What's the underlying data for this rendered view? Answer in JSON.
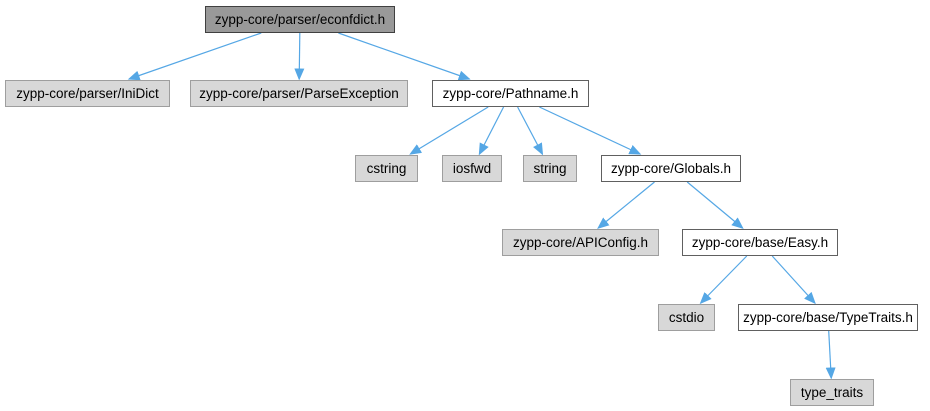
{
  "diagram": {
    "kind": "include-dependency-graph",
    "nodes": [
      {
        "id": "econfdict",
        "label": "zypp-core/parser/econfdict.h",
        "type": "current"
      },
      {
        "id": "inidict",
        "label": "zypp-core/parser/IniDict",
        "type": "plain"
      },
      {
        "id": "parseexception",
        "label": "zypp-core/parser/ParseException",
        "type": "plain"
      },
      {
        "id": "pathname",
        "label": "zypp-core/Pathname.h",
        "type": "linked"
      },
      {
        "id": "cstring",
        "label": "cstring",
        "type": "plain"
      },
      {
        "id": "iosfwd",
        "label": "iosfwd",
        "type": "plain"
      },
      {
        "id": "string",
        "label": "string",
        "type": "plain"
      },
      {
        "id": "globals",
        "label": "zypp-core/Globals.h",
        "type": "linked"
      },
      {
        "id": "apiconfig",
        "label": "zypp-core/APIConfig.h",
        "type": "plain"
      },
      {
        "id": "easy",
        "label": "zypp-core/base/Easy.h",
        "type": "linked"
      },
      {
        "id": "cstdio",
        "label": "cstdio",
        "type": "plain"
      },
      {
        "id": "typetraits",
        "label": "zypp-core/base/TypeTraits.h",
        "type": "linked"
      },
      {
        "id": "type_traits",
        "label": "type_traits",
        "type": "plain"
      }
    ],
    "edges": [
      {
        "from": "econfdict",
        "to": "inidict"
      },
      {
        "from": "econfdict",
        "to": "parseexception"
      },
      {
        "from": "econfdict",
        "to": "pathname"
      },
      {
        "from": "pathname",
        "to": "cstring"
      },
      {
        "from": "pathname",
        "to": "iosfwd"
      },
      {
        "from": "pathname",
        "to": "string"
      },
      {
        "from": "pathname",
        "to": "globals"
      },
      {
        "from": "globals",
        "to": "apiconfig"
      },
      {
        "from": "globals",
        "to": "easy"
      },
      {
        "from": "easy",
        "to": "cstdio"
      },
      {
        "from": "easy",
        "to": "typetraits"
      },
      {
        "from": "typetraits",
        "to": "type_traits"
      }
    ],
    "colors": {
      "background": "#ffffff",
      "edge": "#55a7e5",
      "text": "#000000",
      "current_node_fill": "#999999",
      "current_node_border": "#404040",
      "linked_node_fill": "#ffffff",
      "linked_node_border": "#606060",
      "plain_node_fill": "#d8d8d8",
      "plain_node_border": "#9e9e9e"
    }
  }
}
